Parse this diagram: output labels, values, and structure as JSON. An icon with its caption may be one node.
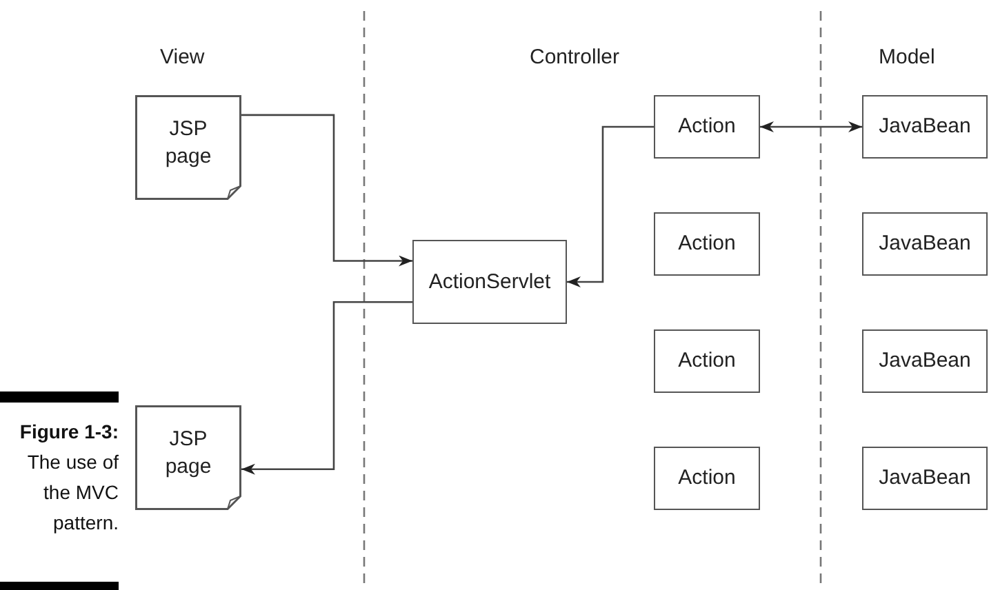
{
  "diagram": {
    "caption": "**Figure 1-3:** The use of the MVC pattern.",
    "nodes": [
      {
        "text": [
          "JSP page"
        ]
      },
      {
        "text": [
          "JSP page"
        ]
      },
      {
        "text": [
          "ActionServlet"
        ]
      },
      {
        "text": [
          "Action"
        ]
      },
      {
        "text": [
          "Action"
        ]
      },
      {
        "text": [
          "Action"
        ]
      },
      {
        "text": [
          "Action"
        ]
      },
      {
        "text": [
          "JavaBean"
        ]
      },
      {
        "text": [
          "JavaBean"
        ]
      },
      {
        "text": [
          "JavaBean"
        ]
      },
      {
        "text": [
          "JavaBean"
        ]
      }
    ],
    "edges": [
      {
        "from": 0,
        "to": 2,
        "arrow": "to"
      },
      {
        "from": 2,
        "to": 1,
        "arrow": "to"
      },
      {
        "from": 3,
        "to": 2,
        "arrow": "to"
      },
      {
        "from": 3,
        "to": 7,
        "arrow": "both"
      }
    ],
    "labels": [
      "View",
      "Controller",
      "Model"
    ]
  }
}
